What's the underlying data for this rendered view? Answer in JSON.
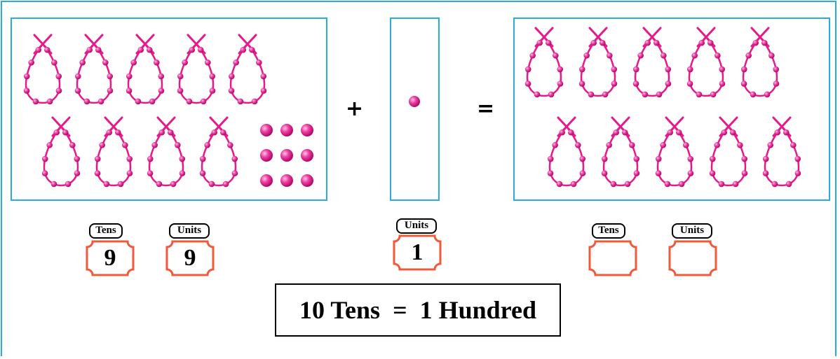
{
  "colors": {
    "frame": "#29abe2",
    "bead": "#e6198c",
    "input_border": "#ef5a3c"
  },
  "operators": {
    "plus": "+",
    "equals": "="
  },
  "groups": [
    {
      "name": "left",
      "garlands_of_ten": 9,
      "loose_beads": 9
    },
    {
      "name": "middle",
      "garlands_of_ten": 0,
      "loose_beads": 1
    },
    {
      "name": "right",
      "garlands_of_ten": 10,
      "loose_beads": 0
    }
  ],
  "place_value": {
    "left": {
      "tens_label": "Tens",
      "tens_value": "9",
      "units_label": "Units",
      "units_value": "9"
    },
    "middle": {
      "units_label": "Units",
      "units_value": "1"
    },
    "right": {
      "tens_label": "Tens",
      "tens_value": "",
      "units_label": "Units",
      "units_value": ""
    }
  },
  "rule": "10 Tens  =  1 Hundred",
  "icons": {
    "garland": "bead-garland-icon",
    "bead": "bead-icon"
  }
}
